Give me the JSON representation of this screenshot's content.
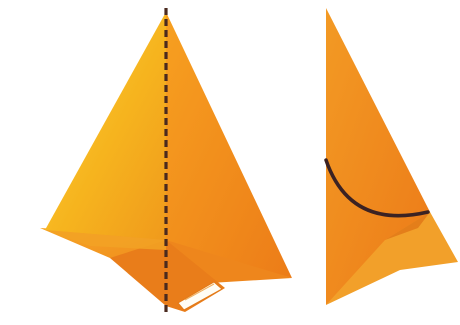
{
  "figures": [
    {
      "id": "left-kite",
      "description_colors": {
        "face_left": "#f6b01c",
        "face_right": "#f08a1a",
        "bottom_flap": "#f29a22",
        "inner_flap": "#e9801a",
        "white_edge": "#fffdf5"
      },
      "fold_line": {
        "style": "dashed",
        "color": "#4a2a1f"
      }
    },
    {
      "id": "right-half",
      "description_colors": {
        "main": "#f08a1f",
        "lower_flap": "#f4a12c"
      },
      "fold_line": {
        "style": "solid-curve",
        "color": "#3b2223"
      }
    }
  ],
  "palette": {
    "background": "#ffffff",
    "outline_shadow": "#d46a12"
  }
}
